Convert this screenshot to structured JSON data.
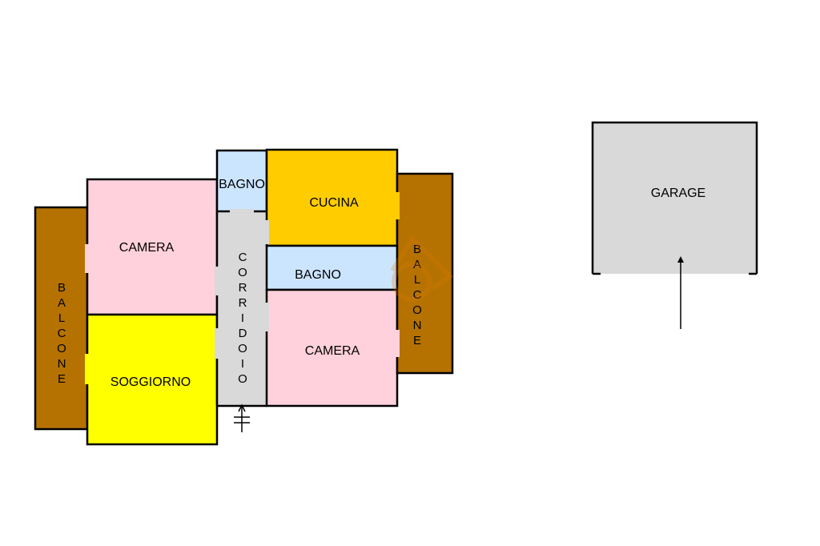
{
  "rooms": {
    "balcone_left": {
      "label": "BALCONE",
      "color": "#B57200"
    },
    "camera_left": {
      "label": "CAMERA",
      "color": "#FFD1DC"
    },
    "soggiorno": {
      "label": "SOGGIORNO",
      "color": "#FFFF00"
    },
    "bagno_small": {
      "label": "BAGNO",
      "color": "#CCE5FF"
    },
    "corridoio": {
      "label": "CORRIDOIO",
      "color": "#D9D9D9"
    },
    "cucina": {
      "label": "CUCINA",
      "color": "#FFCC00"
    },
    "bagno_middle": {
      "label": "BAGNO",
      "color": "#CCE5FF"
    },
    "camera_right": {
      "label": "CAMERA",
      "color": "#FFD1DC"
    },
    "balcone_right": {
      "label": "BALCONE",
      "color": "#B57200"
    },
    "garage": {
      "label": "GARAGE",
      "color": "#D9D9D9"
    }
  },
  "icons": {
    "entrance": "entrance-arrow-icon",
    "garage_entry": "garage-entry-arrow-icon",
    "watermark": "house-watermark-icon"
  },
  "colors": {
    "wall": "#000000",
    "background": "#FFFFFF"
  }
}
